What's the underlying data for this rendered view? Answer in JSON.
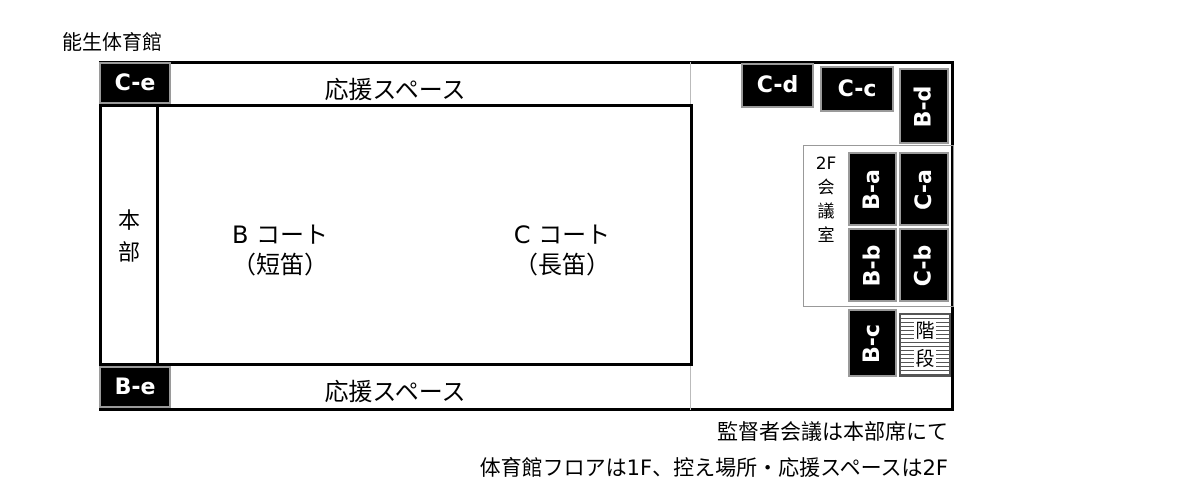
{
  "title": "能生体育館",
  "zones": {
    "cheer_top": "応援スペース",
    "cheer_bottom": "応援スペース",
    "headquarters": "本\n部",
    "court_b": {
      "name": "B コート",
      "sub": "（短笛）"
    },
    "court_c": {
      "name": "C コート",
      "sub": "（長笛）"
    },
    "meeting_room": {
      "floor": "2F",
      "chars": [
        "会",
        "議",
        "室"
      ]
    },
    "stairs": [
      "階",
      "段"
    ]
  },
  "boxes": {
    "c_e": "C-e",
    "b_e": "B-e",
    "c_d": "C-d",
    "c_c": "C-c",
    "b_d": "B-d",
    "b_a": "B-a",
    "c_a": "C-a",
    "b_b": "B-b",
    "c_b": "C-b",
    "b_c": "B-c"
  },
  "notes": [
    "監督者会議は本部席にて",
    "体育館フロアは1F、控え場所・応援スペースは2F"
  ]
}
